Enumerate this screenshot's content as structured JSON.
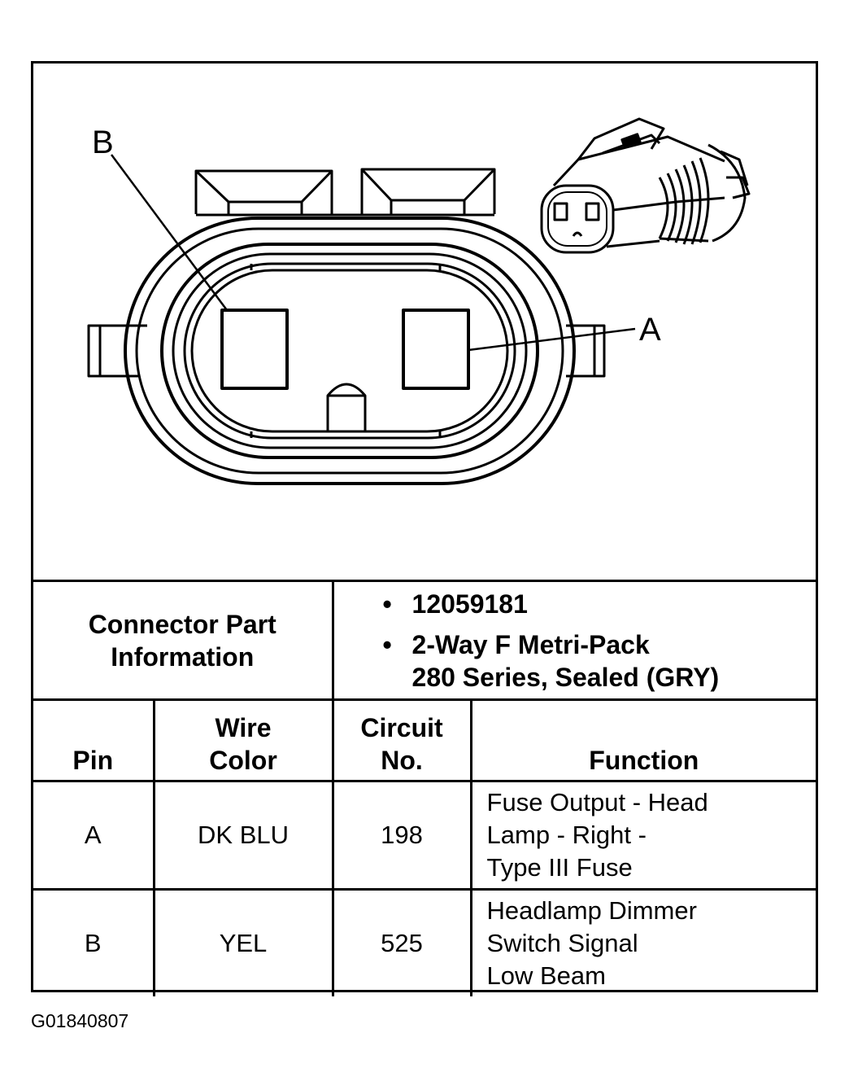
{
  "diagram": {
    "callout_b": "B",
    "callout_a": "A"
  },
  "connector_part_information": {
    "label_line1": "Connector Part",
    "label_line2": "Information",
    "part_number": "12059181",
    "description_line1": "2-Way F Metri-Pack",
    "description_line2": "280 Series, Sealed (GRY)"
  },
  "pin_table": {
    "headers": {
      "pin": "Pin",
      "wire_color_line1": "Wire",
      "wire_color_line2": "Color",
      "circuit_line1": "Circuit",
      "circuit_line2": "No.",
      "function": "Function"
    },
    "rows": [
      {
        "pin": "A",
        "wire_color": "DK BLU",
        "circuit": "198",
        "function": [
          "Fuse Output - Head",
          "Lamp - Right -",
          "Type III Fuse"
        ]
      },
      {
        "pin": "B",
        "wire_color": "YEL",
        "circuit": "525",
        "function": [
          "Headlamp Dimmer",
          "Switch Signal",
          "Low Beam"
        ]
      }
    ]
  },
  "figure_id": "G01840807"
}
